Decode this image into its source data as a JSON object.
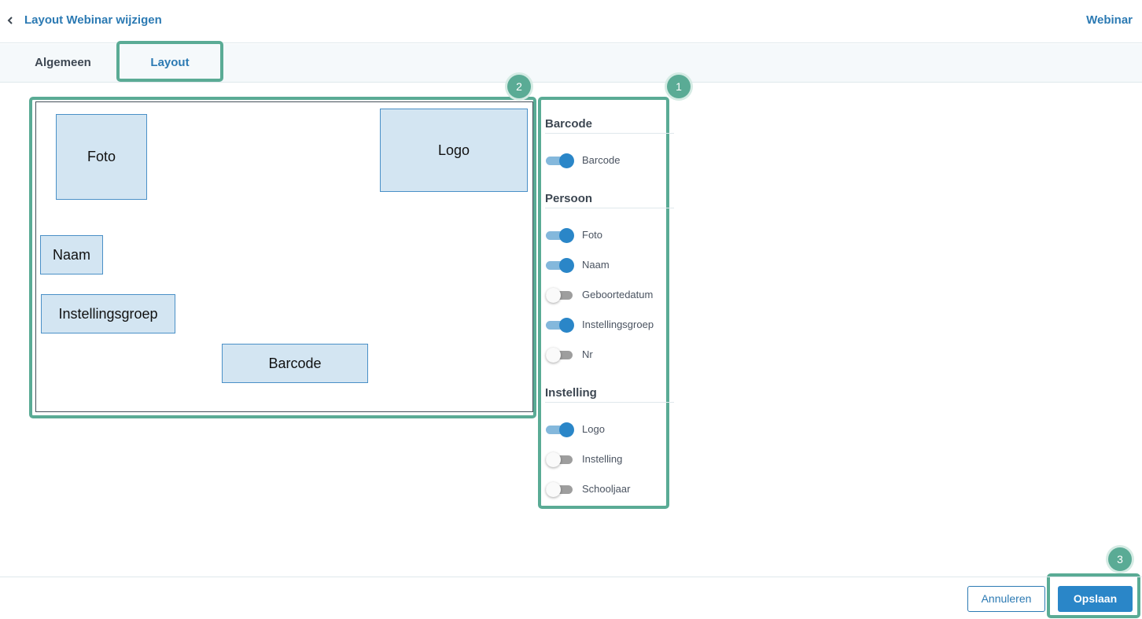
{
  "header": {
    "title": "Layout Webinar wijzigen",
    "context": "Webinar",
    "back_icon": "chevron-left-icon"
  },
  "tabs": [
    {
      "label": "Algemeen",
      "active": false
    },
    {
      "label": "Layout",
      "active": true
    }
  ],
  "canvas": {
    "fields": {
      "foto": "Foto",
      "logo": "Logo",
      "naam": "Naam",
      "instellingsgroep": "Instellingsgroep",
      "barcode": "Barcode"
    }
  },
  "panel": {
    "sections": [
      {
        "title": "Barcode",
        "items": [
          {
            "label": "Barcode",
            "on": true
          }
        ]
      },
      {
        "title": "Persoon",
        "items": [
          {
            "label": "Foto",
            "on": true
          },
          {
            "label": "Naam",
            "on": true
          },
          {
            "label": "Geboortedatum",
            "on": false
          },
          {
            "label": "Instellingsgroep",
            "on": true
          },
          {
            "label": "Nr",
            "on": false
          }
        ]
      },
      {
        "title": "Instelling",
        "items": [
          {
            "label": "Logo",
            "on": true
          },
          {
            "label": "Instelling",
            "on": false
          },
          {
            "label": "Schooljaar",
            "on": false
          }
        ]
      }
    ]
  },
  "annotations": [
    "1",
    "2",
    "3"
  ],
  "footer": {
    "cancel_label": "Annuleren",
    "save_label": "Opslaan"
  },
  "colors": {
    "accent": "#2c7ab3",
    "primary_button": "#2a86c8",
    "highlight": "#5aab95",
    "field_fill": "#d3e5f2",
    "toggle_on": "#2a86c8",
    "toggle_off": "#9e9e9e"
  }
}
